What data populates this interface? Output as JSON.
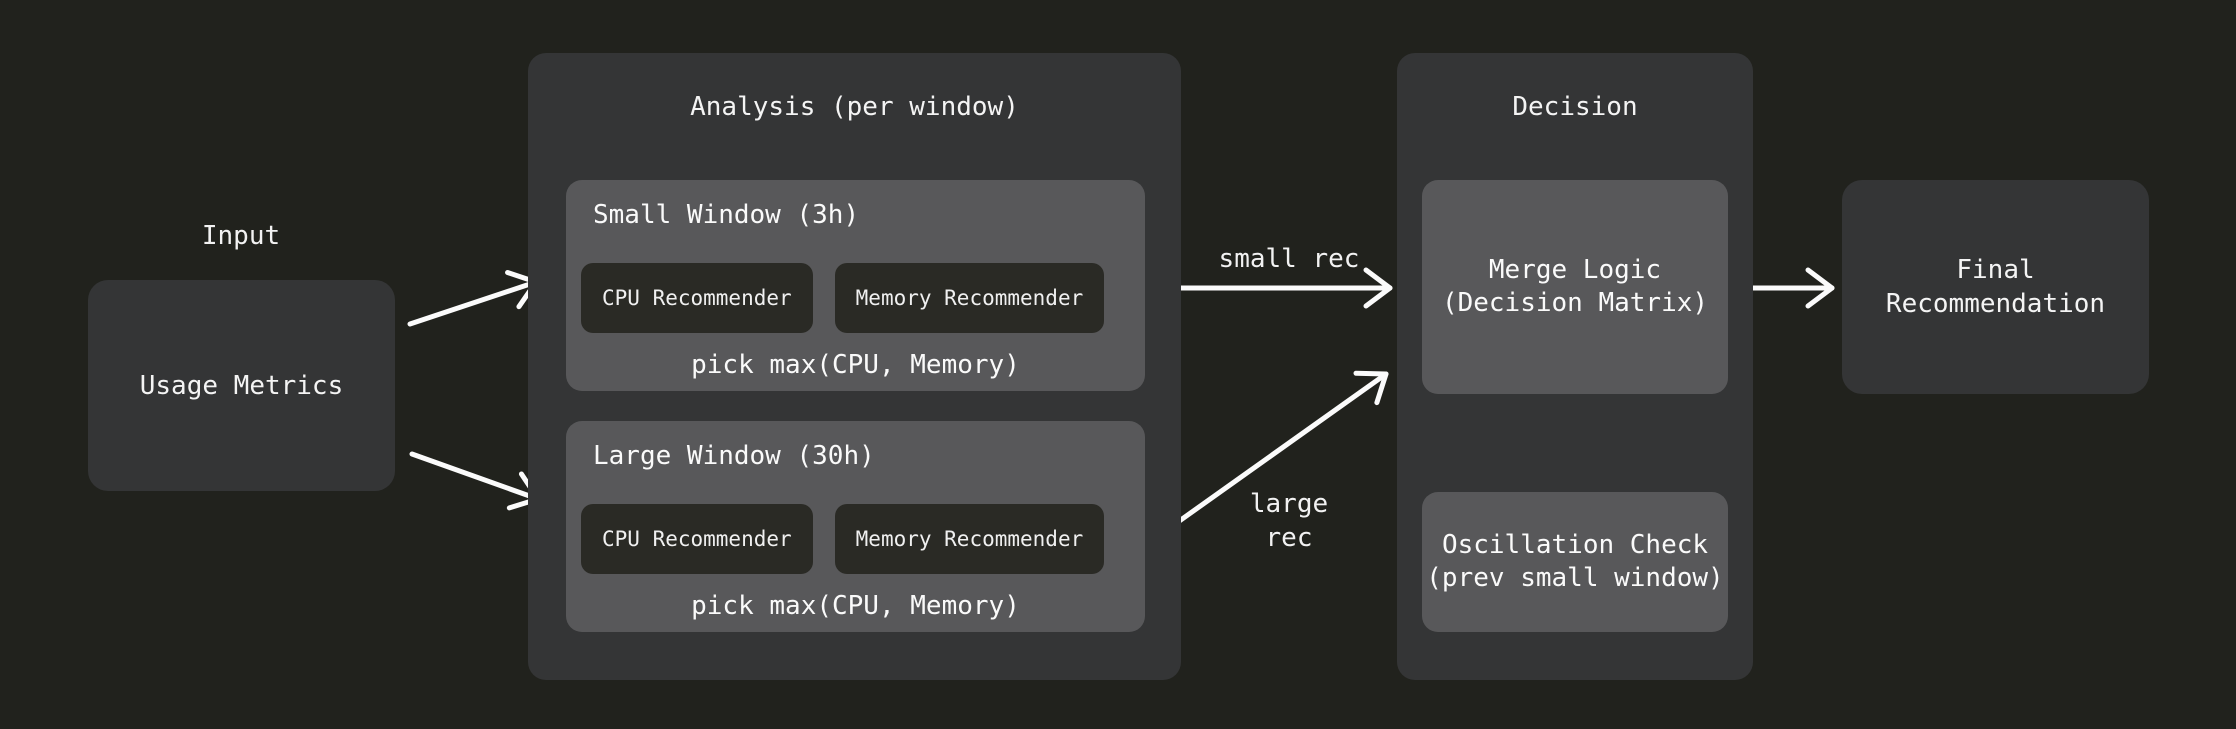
{
  "page": {
    "background": "#21221d",
    "container_color": "#343536",
    "window_color": "#58585a",
    "button_color": "#2a2a25",
    "text_color": "#f2f2f2",
    "arrow_color": "#fbfbfb"
  },
  "input_group": {
    "label": "Input",
    "node": "Usage Metrics"
  },
  "analysis": {
    "title": "Analysis (per window)",
    "windows": [
      {
        "title": "Small Window (3h)",
        "buttons": [
          "CPU Recommender",
          "Memory Recommender"
        ],
        "footer": "pick max(CPU, Memory)"
      },
      {
        "title": "Large Window (30h)",
        "buttons": [
          "CPU Recommender",
          "Memory Recommender"
        ],
        "footer": "pick max(CPU, Memory)"
      }
    ]
  },
  "edge_labels": {
    "small_rec": "small rec",
    "large_rec": "large\nrec"
  },
  "decision": {
    "title": "Decision",
    "merge_node": "Merge Logic\n(Decision Matrix)",
    "oscillation_node": "Oscillation Check\n(prev small window)"
  },
  "final_node": "Final\nRecommendation"
}
